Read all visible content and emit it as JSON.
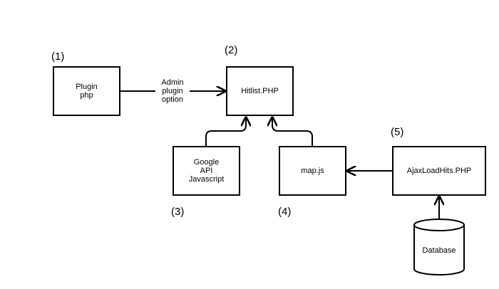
{
  "nodes": {
    "plugin": {
      "label": "Plugin\nphp",
      "number": "(1)"
    },
    "hitlist": {
      "label": "Hitlist.PHP",
      "number": "(2)"
    },
    "google": {
      "label": "Google\nAPI\nJavascript",
      "number": "(3)"
    },
    "mapjs": {
      "label": "map.js",
      "number": "(4)"
    },
    "ajax": {
      "label": "AjaxLoadHits.PHP",
      "number": "(5)"
    },
    "database": {
      "label": "Database"
    }
  },
  "edges": {
    "plugin_to_hitlist": {
      "label": "Admin\nplugin\noption"
    }
  }
}
